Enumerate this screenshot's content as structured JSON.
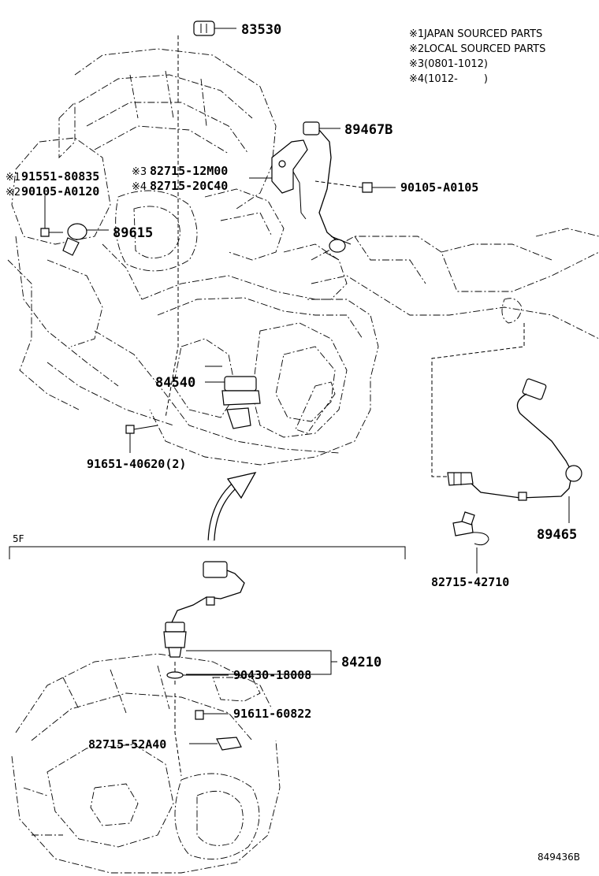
{
  "notes": [
    {
      "mark": "※1",
      "text": "JAPAN SOURCED PARTS"
    },
    {
      "mark": "※2",
      "text": "LOCAL SOURCED PARTS"
    },
    {
      "mark": "※3",
      "text": "(0801-1012)"
    },
    {
      "mark": "※4",
      "text": "(1012-        )"
    }
  ],
  "parts": {
    "p83530": "83530",
    "p89467B": "89467B",
    "p91551": {
      "mark": "※1",
      "number": "91551-80835"
    },
    "p90105_A0120": {
      "mark": "※2",
      "number": "90105-A0120"
    },
    "p82715_12M00": {
      "mark": "※3",
      "number": "82715-12M00"
    },
    "p82715_20C40": {
      "mark": "※4",
      "number": "82715-20C40"
    },
    "p90105_A0105": "90105-A0105",
    "p89615": "89615",
    "p84540": "84540",
    "p91651": "91651-40620(2)",
    "p89465": "89465",
    "p82715_42710": "82715-42710",
    "p84210": "84210",
    "p90430": "90430-18008",
    "p91611": "91611-60822",
    "p82715_52A40": "82715-52A40"
  },
  "section_label": "5F",
  "figure_ref": "849436B"
}
